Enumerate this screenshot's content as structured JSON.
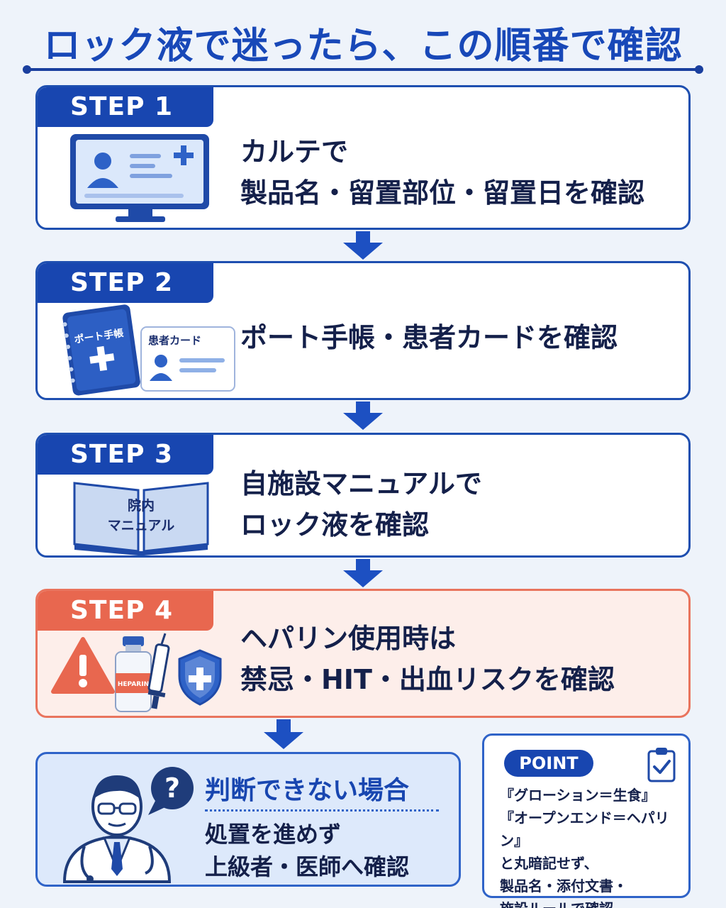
{
  "title": "ロック液で迷ったら、この順番で確認",
  "steps": [
    {
      "label": "STEP 1",
      "lines": [
        "カルテで",
        "製品名・留置部位・留置日を確認"
      ],
      "icon": "monitor-chart-icon"
    },
    {
      "label": "STEP 2",
      "lines": [
        "ポート手帳・患者カードを確認"
      ],
      "icon": "port-notebook-icon",
      "notebook_text": "ポート手帳",
      "card_text": "患者カード"
    },
    {
      "label": "STEP 3",
      "lines": [
        "自施設マニュアルで",
        "ロック液を確認"
      ],
      "icon": "manual-book-icon",
      "book_line1": "院内",
      "book_line2": "マニュアル"
    },
    {
      "label": "STEP 4",
      "lines": [
        "ヘパリン使用時は",
        "禁忌・HIT・出血リスクを確認"
      ],
      "icon": "warning-icon",
      "vial_text": "HEPARIN"
    }
  ],
  "fallback": {
    "title": "判断できない場合",
    "lines": [
      "処置を進めず",
      "上級者・医師へ確認"
    ]
  },
  "point": {
    "badge": "POINT",
    "lines": [
      "『グローション＝生食』",
      "『オープンエンド＝ヘパリン』",
      "と丸暗記せず、",
      "製品名・添付文書・",
      "施設ルールで確認"
    ]
  },
  "colors": {
    "primary": "#1846b0",
    "warning": "#e8674f",
    "warning_bg": "#fdeeea",
    "text": "#14204a"
  }
}
